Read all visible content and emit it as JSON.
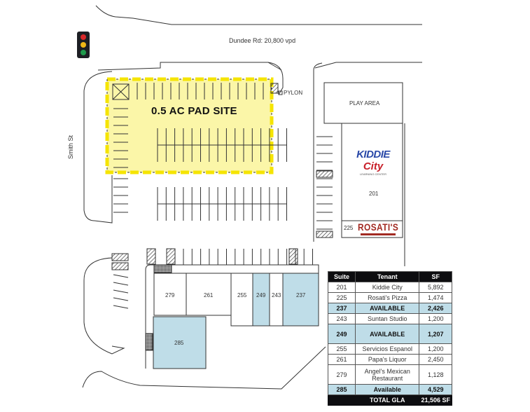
{
  "road_label": "Dundee Rd: 20,800 vpd",
  "street_label": "Smith St",
  "pad_site": "0.5 AC PAD SITE",
  "pylon": "PYLON",
  "play_area": "PLAY AREA",
  "kiddie_logo": {
    "line1": "KIDDIE",
    "line2": "City",
    "line3": "LEARNING CENTER"
  },
  "rosati_logo": "ROSATI'S",
  "suite_labels": {
    "s201": "201",
    "s225": "225",
    "s279": "279",
    "s261": "261",
    "s255": "255",
    "s249": "249",
    "s243": "243",
    "s237": "237",
    "s285": "285"
  },
  "colors": {
    "available": "#bfdde8",
    "pad": "#fbf6a8",
    "pad_border": "#f5e400"
  },
  "table": {
    "headers": [
      "Suite",
      "Tenant",
      "SF"
    ],
    "rows": [
      {
        "suite": "201",
        "tenant": "Kiddie City",
        "sf": "5,892"
      },
      {
        "suite": "225",
        "tenant": "Rosati's Pizza",
        "sf": "1,474"
      },
      {
        "suite": "237",
        "tenant": "AVAILABLE",
        "sf": "2,426"
      },
      {
        "suite": "243",
        "tenant": "Suntan Studio",
        "sf": "1,200"
      },
      {
        "suite": "249",
        "tenant": "AVAILABLE",
        "sf": "1,207"
      },
      {
        "suite": "255",
        "tenant": "Servicios Espanol",
        "sf": "1,200"
      },
      {
        "suite": "261",
        "tenant": "Papa's Liquor",
        "sf": "2,450"
      },
      {
        "suite": "279",
        "tenant": "Angel's Mexican Restaurant",
        "sf": "1,128"
      },
      {
        "suite": "285",
        "tenant": "Available",
        "sf": "4,529"
      }
    ],
    "total_label": "TOTAL GLA",
    "total_value": "21,506 SF"
  }
}
